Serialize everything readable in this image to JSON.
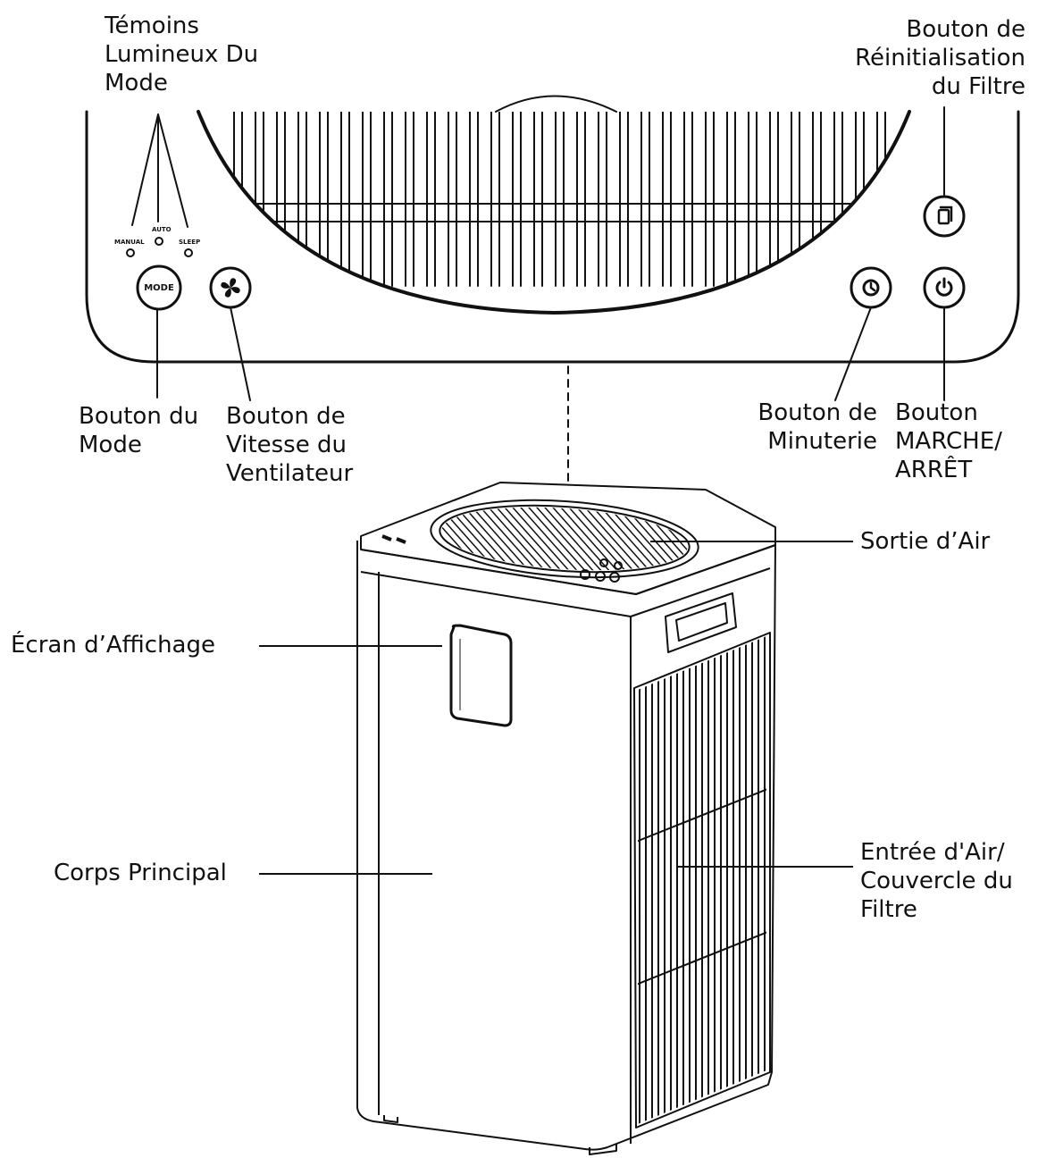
{
  "labels": {
    "mode_indicators": "Témoins\nLumineux Du\nMode",
    "filter_reset_button": "Bouton de\nRéinitialisation\ndu Filtre",
    "mode_button": "Bouton du\nMode",
    "fan_speed_button": "Bouton de\nVitesse du\nVentilateur",
    "timer_button": "Bouton de\nMinuterie",
    "power_button": "Bouton\nMARCHE/\nARRÊT",
    "air_outlet": "Sortie d’Air",
    "display_screen": "Écran d’Affichage",
    "main_body": "Corps Principal",
    "air_inlet": "Entrée d'Air/\nCouvercle du\nFiltre"
  },
  "panel": {
    "indicator_manual": "MANUAL",
    "indicator_auto": "AUTO",
    "indicator_sleep": "SLEEP",
    "mode_button_text": "MODE"
  },
  "icons": {
    "fan_speed": "fan-icon",
    "timer": "clock-icon",
    "power": "power-icon",
    "filter_reset": "filter-icon"
  }
}
